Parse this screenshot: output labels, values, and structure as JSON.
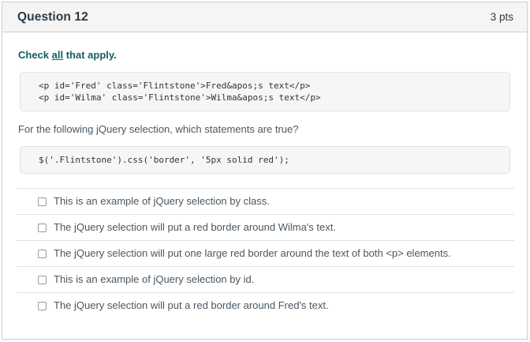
{
  "header": {
    "title": "Question 12",
    "points": "3 pts"
  },
  "body": {
    "instruction_prefix": "Check ",
    "instruction_emphasis": "all",
    "instruction_suffix": " that apply.",
    "code_html": "<p id='Fred' class='Flintstone'>Fred&apos;s text</p>\n<p id='Wilma' class='Flintstone'>Wilma&apos;s text</p>",
    "prompt": "For the following jQuery selection, which statements are true?",
    "code_jquery": "$('.Flintstone').css('border', '5px solid red');"
  },
  "options": [
    {
      "label": "This is an example of jQuery selection by class.",
      "checked": false
    },
    {
      "label": "The jQuery selection will put a red border around Wilma's text.",
      "checked": false
    },
    {
      "label": "The jQuery selection will put one large red border around the text of both <p> elements.",
      "checked": false
    },
    {
      "label": "This is an example of jQuery selection by id.",
      "checked": false
    },
    {
      "label": "The jQuery selection will put a red border around Fred's text.",
      "checked": false
    }
  ],
  "colors": {
    "header_bg": "#f5f5f5",
    "border": "#c7cdd1",
    "accent_teal": "#11605f",
    "text": "#4a5761",
    "code_bg": "#f6f6f6"
  }
}
